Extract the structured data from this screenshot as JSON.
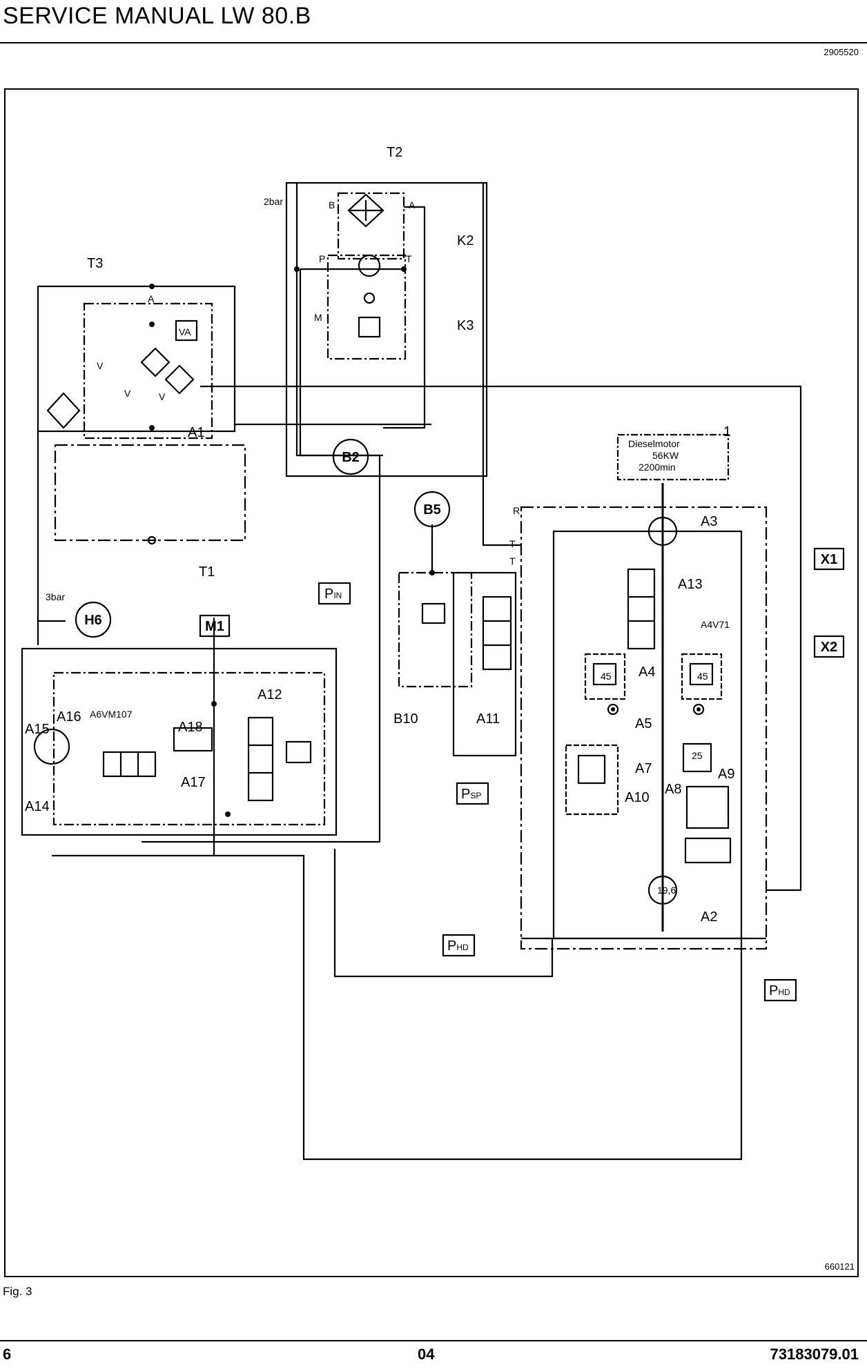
{
  "header": {
    "title": "SERVICE MANUAL LW 80.B",
    "doc_code": "2905520"
  },
  "figure": {
    "caption": "Fig. 3",
    "drawing_number": "660121",
    "labels": {
      "T2": "T2",
      "K2": "K2",
      "K3": "K3",
      "T3": "T3",
      "A": "A",
      "B": "B",
      "P": "P",
      "T": "T",
      "M": "M",
      "VA": "VA",
      "V1": "V",
      "V2": "V",
      "V3": "V",
      "A1": "A1",
      "T1": "T1",
      "B2": "B2",
      "B5": "B5",
      "H6": "H6",
      "M1": "M1",
      "one": "1",
      "A3": "A3",
      "X1": "X1",
      "X2": "X2",
      "A13": "A13",
      "A4V71": "A4V71",
      "A4": "A4",
      "A5": "A5",
      "A7": "A7",
      "A9": "A9",
      "A8": "A8",
      "A10": "A10",
      "A2": "A2",
      "A11": "A11",
      "B10": "B10",
      "A12": "A12",
      "A16": "A16",
      "A6VM107": "A6VM107",
      "A15": "A15",
      "A18": "A18",
      "A17": "A17",
      "A14": "A14",
      "PIN": "P",
      "PIN_sub": "IN",
      "PSP": "P",
      "PSP_sub": "SP",
      "PHD": "P",
      "PHD_sub": "HD",
      "R": "R",
      "T1port": "T",
      "T2port": "T",
      "bar2": "2bar",
      "bar3": "3bar",
      "v45a": "45",
      "v45b": "45",
      "v25": "25",
      "v196": "19,6",
      "motor_l1": "Dieselmotor",
      "motor_l2": "56KW",
      "motor_l3": "2200min"
    }
  },
  "footer": {
    "page": "6",
    "section": "04",
    "doc_number": "73183079.01"
  }
}
